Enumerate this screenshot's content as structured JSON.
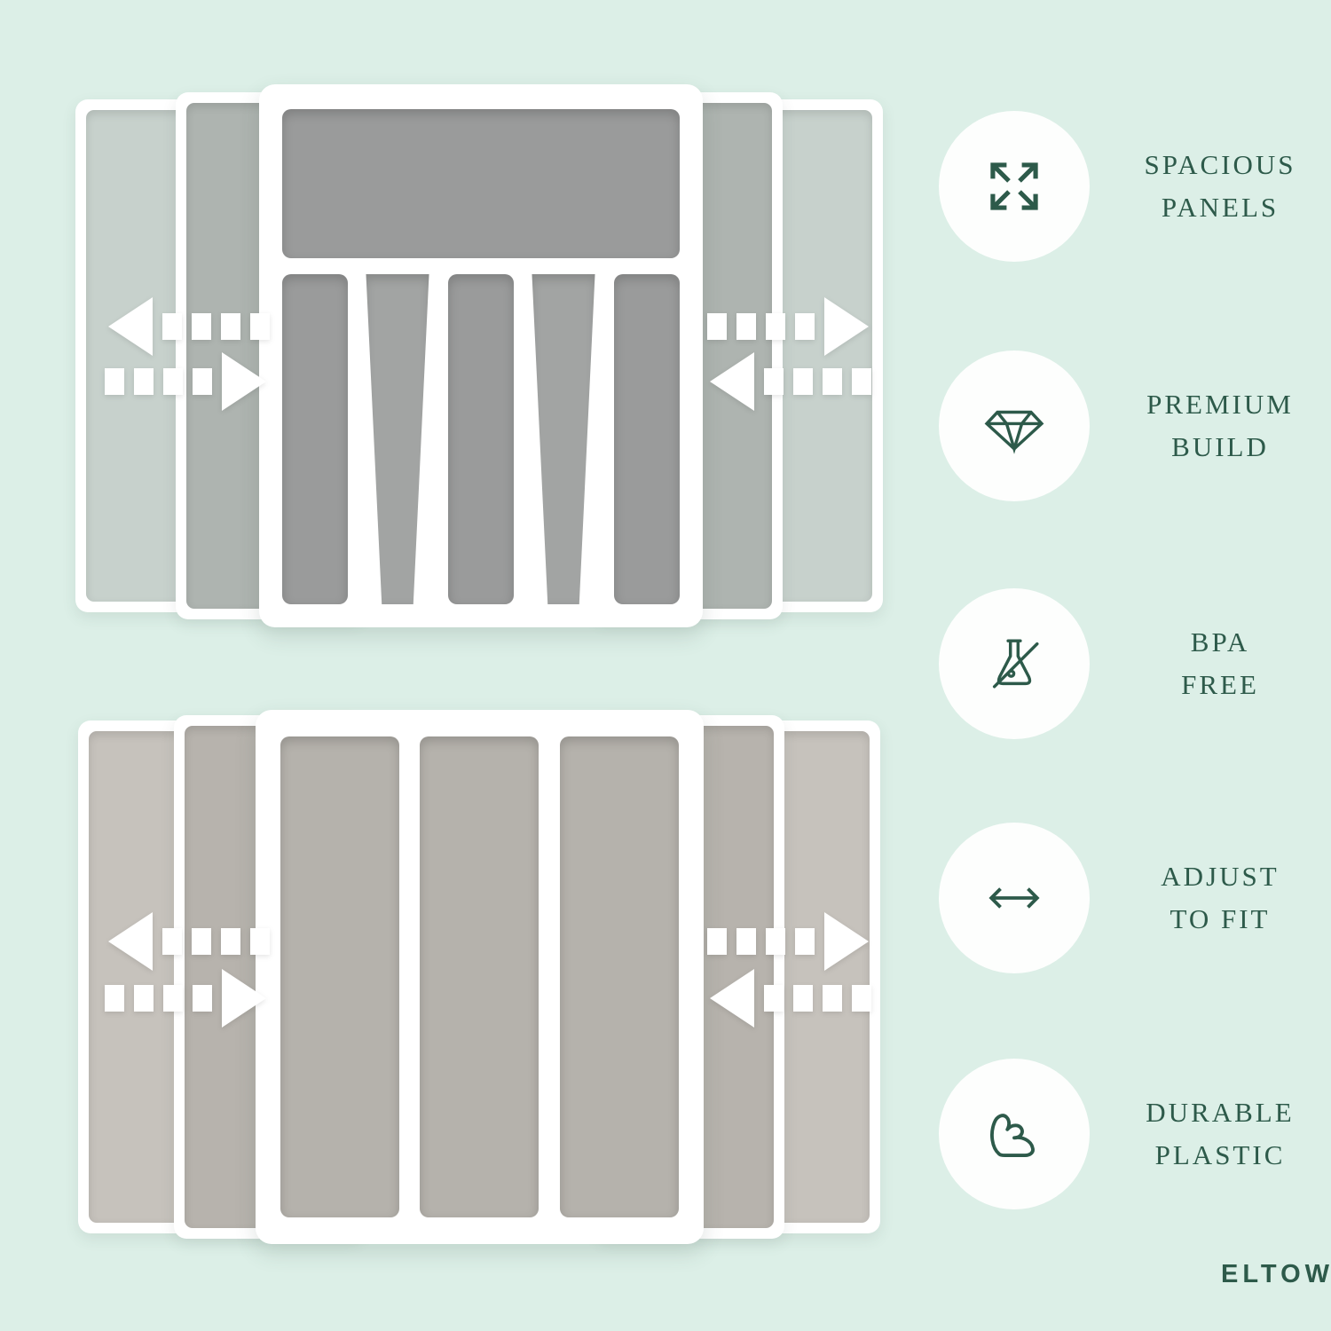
{
  "colors": {
    "bg": "#dcefe7",
    "accent": "#2d5a4a",
    "tray_white": "#ffffff",
    "tray_gray_cool": "#9a9b9b",
    "tray_gray_warm": "#b5b2ac",
    "arrow_white": "#ffffff"
  },
  "brand": {
    "logo_text": "ELTOW"
  },
  "features": [
    {
      "icon": "expand-arrows-icon",
      "line1": "SPACIOUS",
      "line2": "PANELS"
    },
    {
      "icon": "diamond-icon",
      "line1": "PREMIUM",
      "line2": "BUILD"
    },
    {
      "icon": "no-bpa-flask-icon",
      "line1": "BPA",
      "line2": "FREE"
    },
    {
      "icon": "horizontal-arrows-icon",
      "line1": "ADJUST",
      "line2": "TO FIT"
    },
    {
      "icon": "muscle-arm-icon",
      "line1": "DURABLE",
      "line2": "PLASTIC"
    }
  ]
}
